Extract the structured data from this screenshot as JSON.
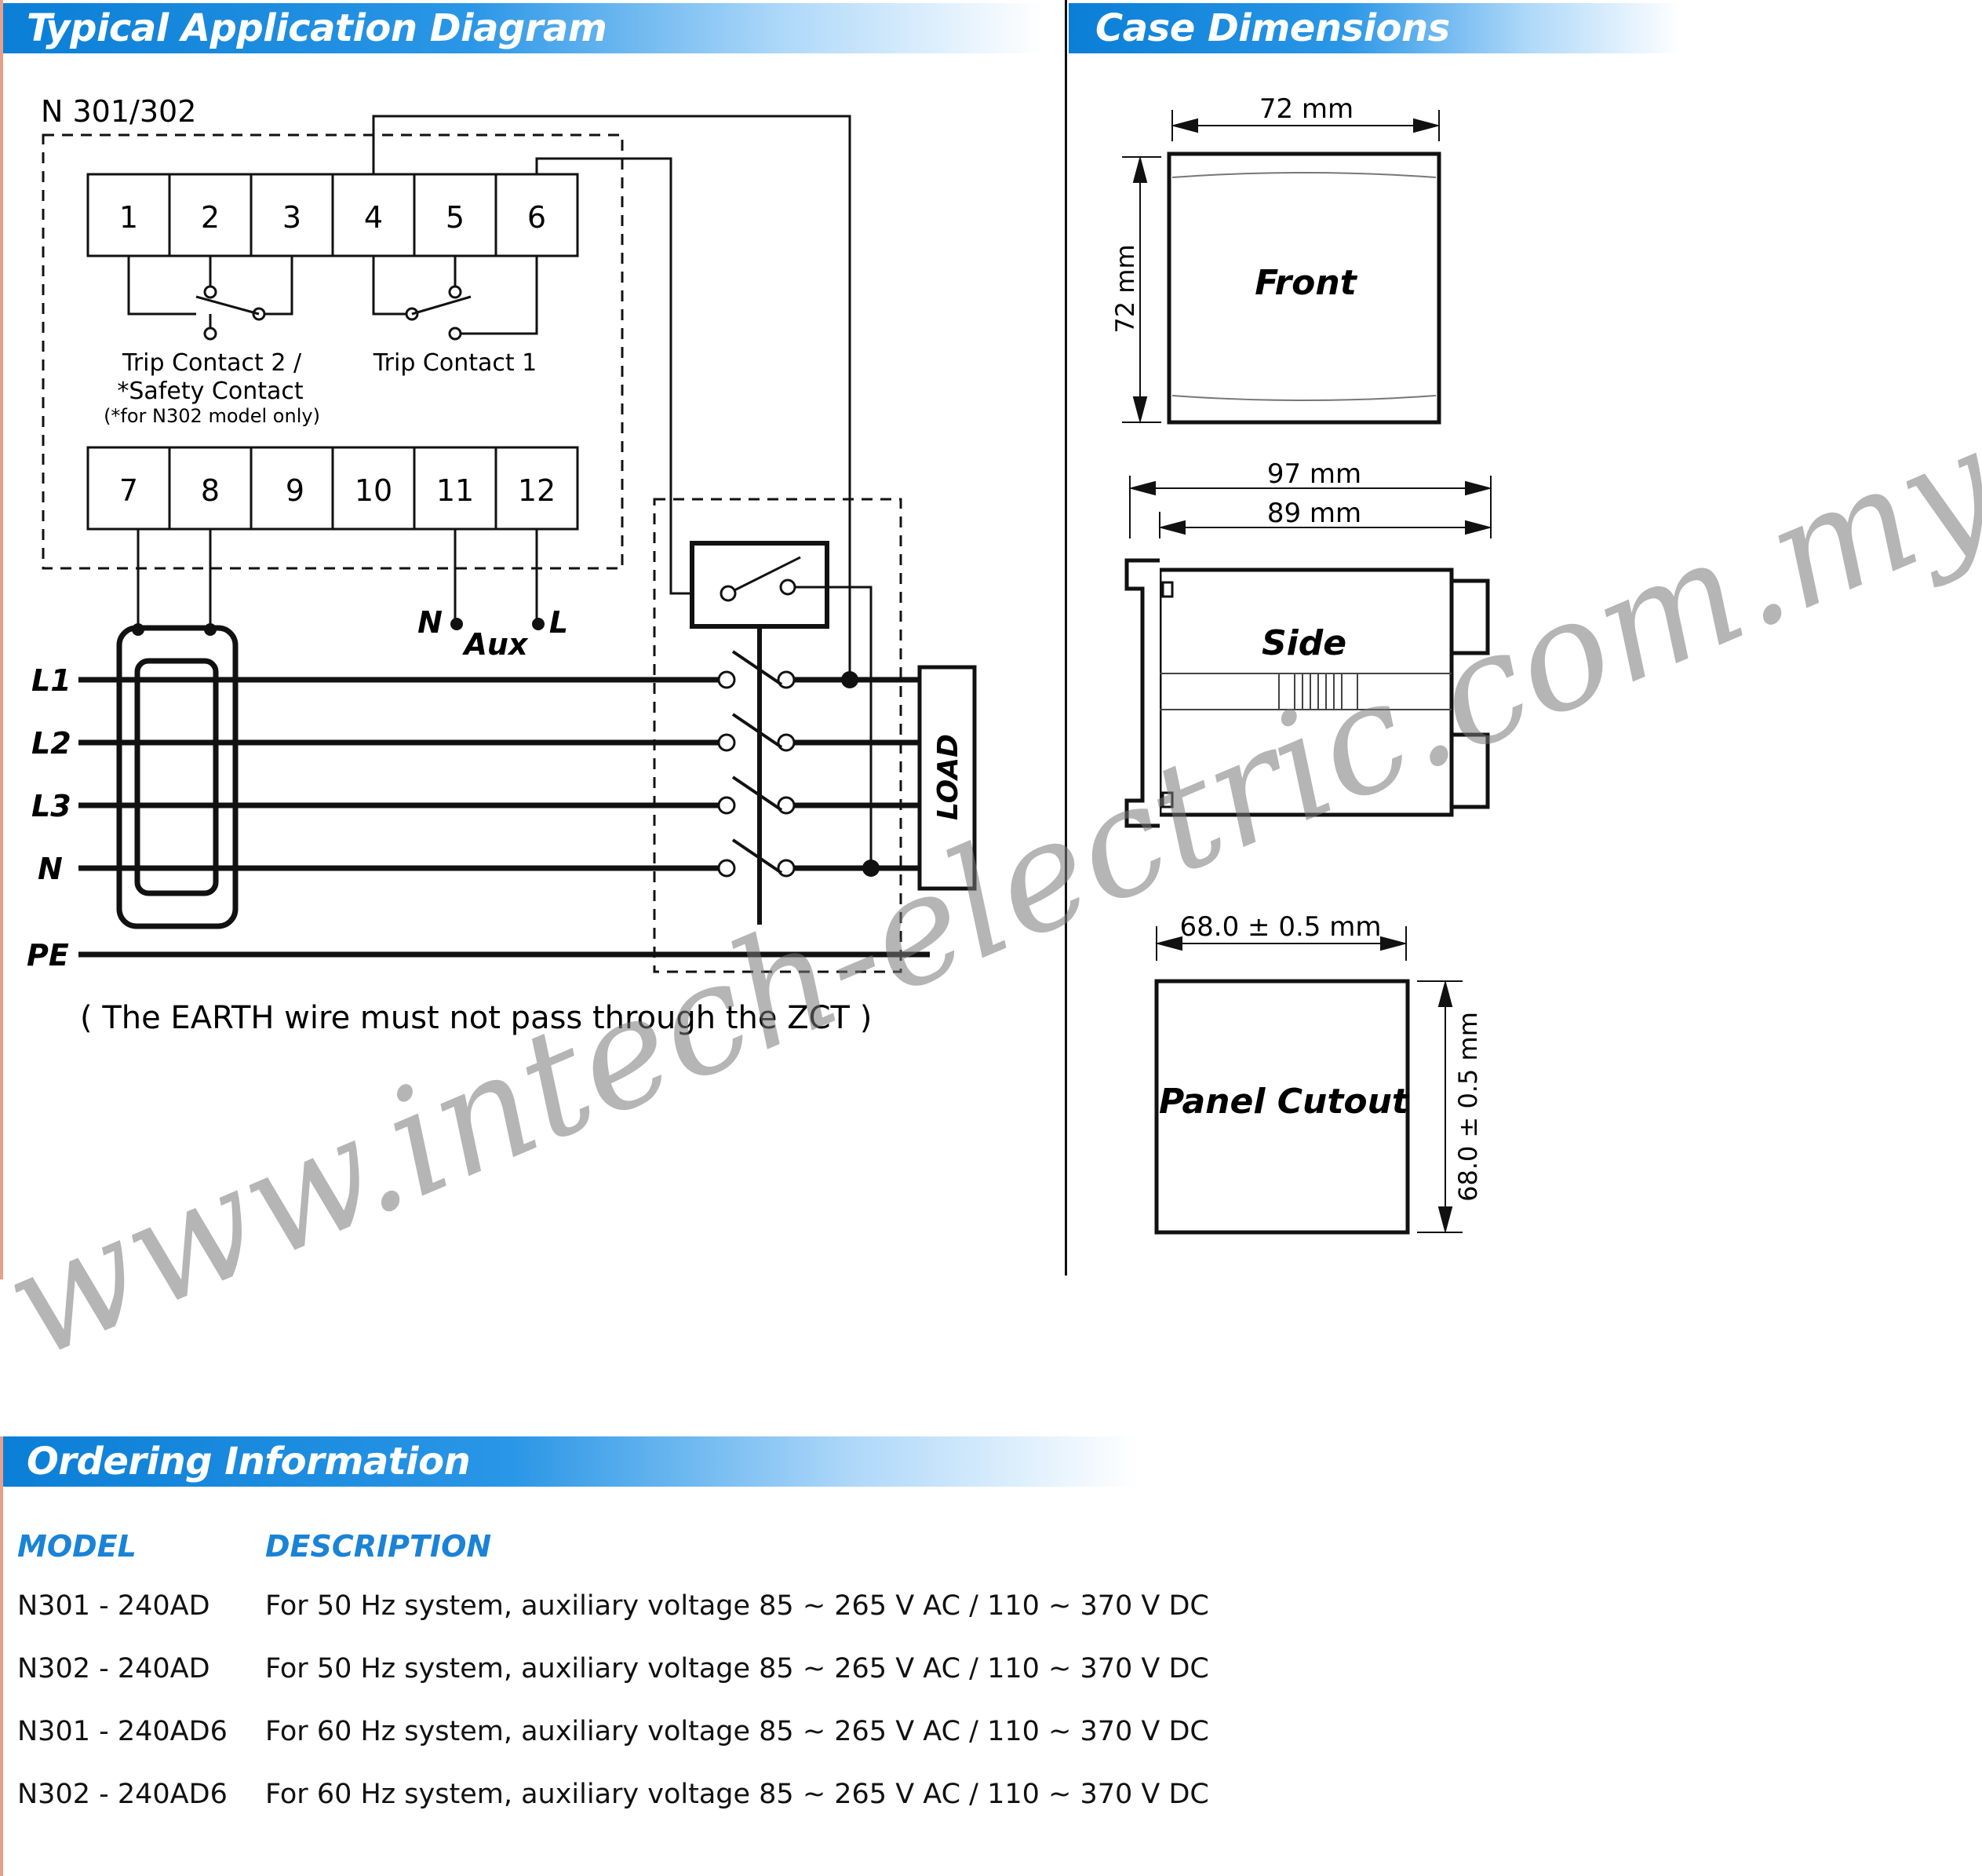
{
  "sections": {
    "application": "Typical Application Diagram",
    "case": "Case Dimensions",
    "ordering": "Ordering Information"
  },
  "diagram": {
    "model_label": "N 301/302",
    "terminals_top": [
      "1",
      "2",
      "3",
      "4",
      "5",
      "6"
    ],
    "terminals_bottom": [
      "7",
      "8",
      "9",
      "10",
      "11",
      "12"
    ],
    "trip_contact_2_line1": "Trip Contact 2 /",
    "trip_contact_2_line2": "*Safety Contact",
    "trip_contact_2_note": "(*for N302 model only)",
    "trip_contact_1": "Trip Contact 1",
    "aux_n": "N",
    "aux_l": "L",
    "aux_label": "Aux",
    "lines": [
      "L1",
      "L2",
      "L3",
      "N"
    ],
    "pe": "PE",
    "load": "LOAD",
    "earth_note": "( The EARTH wire must not pass through the ZCT )"
  },
  "case_dimensions": {
    "front_width": "72 mm",
    "front_height": "72 mm",
    "front_label": "Front",
    "side_overall": "97 mm",
    "side_depth": "89 mm",
    "side_label": "Side",
    "cutout_width": "68.0 ± 0.5 mm",
    "cutout_height": "68.0 ± 0.5 mm",
    "cutout_label": "Panel Cutout"
  },
  "ordering": {
    "headers": {
      "model": "MODEL",
      "description": "DESCRIPTION"
    },
    "rows": [
      {
        "model": "N301 - 240AD",
        "description": "For 50 Hz system, auxiliary voltage 85 ~ 265 V AC / 110 ~ 370 V DC"
      },
      {
        "model": "N302 - 240AD",
        "description": "For 50 Hz system, auxiliary voltage 85 ~ 265 V AC / 110 ~ 370 V DC"
      },
      {
        "model": "N301 - 240AD6",
        "description": "For 60 Hz system, auxiliary voltage 85 ~ 265 V AC / 110 ~ 370 V DC"
      },
      {
        "model": "N302 - 240AD6",
        "description": "For 60 Hz system, auxiliary voltage 85 ~ 265 V AC / 110 ~ 370 V DC"
      }
    ]
  },
  "watermark": "www.intech-electric.com.my",
  "colors": {
    "accent": "#1a83d6",
    "bar": "#0a7fd6"
  }
}
